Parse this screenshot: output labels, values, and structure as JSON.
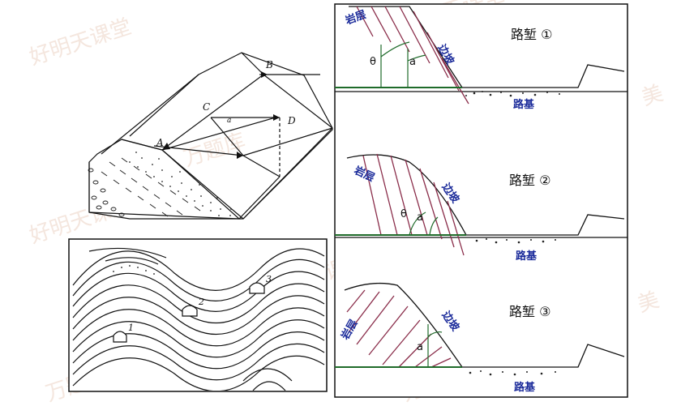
{
  "block_diagram": {
    "labels": {
      "a_upper": "B",
      "c": "C",
      "a_small": "a",
      "d": "D",
      "a_point": "A"
    }
  },
  "fold_diagram": {
    "tunnels": [
      {
        "label": "1"
      },
      {
        "label": "2"
      },
      {
        "label": "3"
      }
    ]
  },
  "cut_panels": [
    {
      "title": "路堑 ①",
      "rock": "岩层",
      "slope": "边坡",
      "roadbed": "路基",
      "theta": "θ",
      "alpha": "a"
    },
    {
      "title": "路堑 ②",
      "rock": "岩层",
      "slope": "边坡",
      "roadbed": "路基",
      "theta": "θ",
      "alpha": "a"
    },
    {
      "title": "路堑 ③",
      "rock": "岩层",
      "slope": "边坡",
      "roadbed": "路基",
      "alpha": "a"
    }
  ],
  "watermarks": [
    "好明天课堂",
    "万题库",
    "美"
  ],
  "colors": {
    "line": "#111111",
    "rock_hatch": "#8a2d4a",
    "label_blue": "#1a2a9a",
    "ground_green": "#1f6b2a",
    "watermark": "#e9c9b6"
  }
}
